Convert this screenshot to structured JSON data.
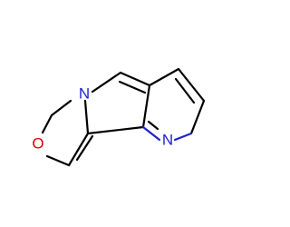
{
  "molecule": {
    "atoms": [
      {
        "id": "ring_n",
        "element": "N",
        "label": "N",
        "color": "#2020d0"
      },
      {
        "id": "oxygen",
        "element": "O",
        "label": "O",
        "color": "#e00000"
      },
      {
        "id": "imine_n",
        "element": "N",
        "label": "N",
        "color": "#2020d0"
      }
    ]
  }
}
